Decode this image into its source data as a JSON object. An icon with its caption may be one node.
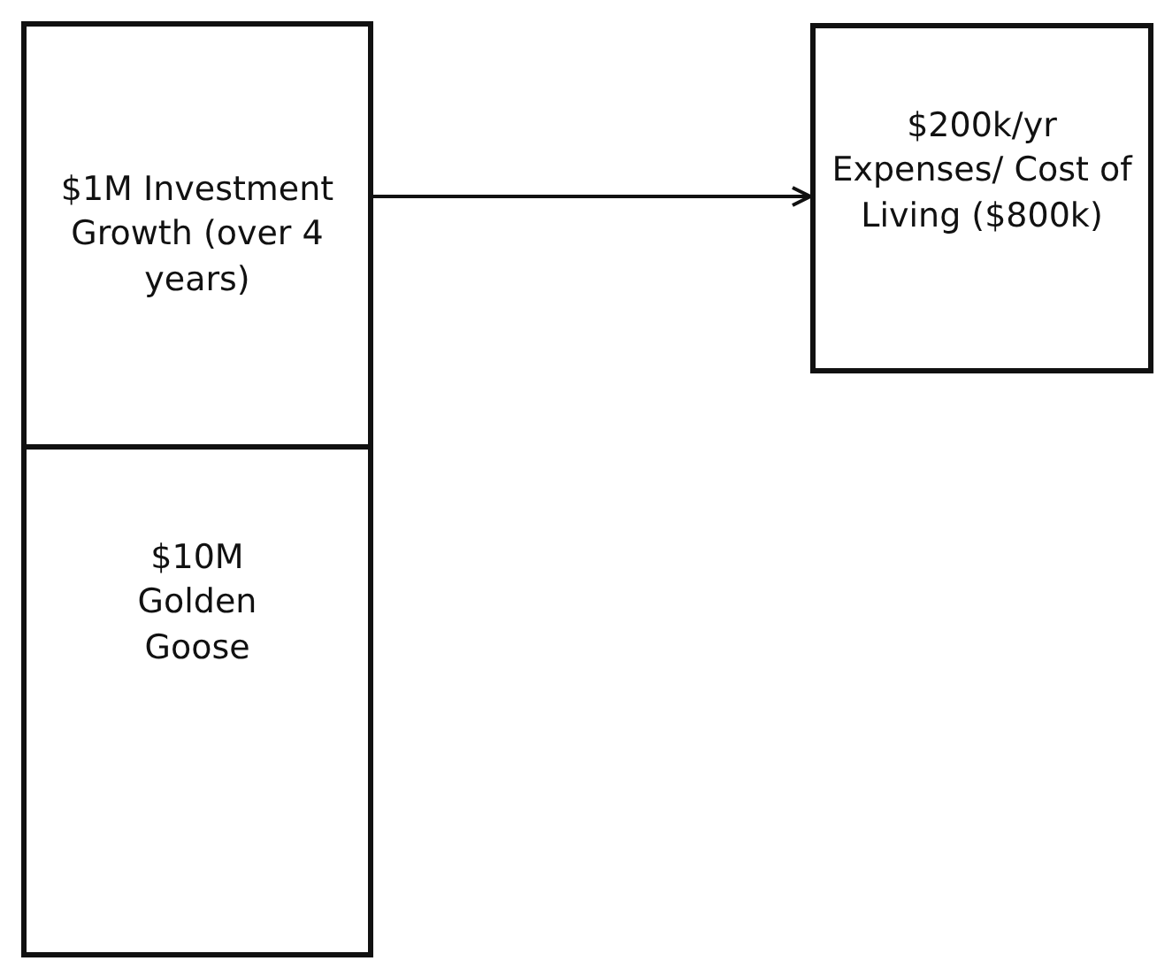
{
  "diagram": {
    "nodes": [
      {
        "text": [
          "$1M Investment Growth (over 4 years)"
        ]
      },
      {
        "text": [
          "$10M Golden Goose"
        ]
      },
      {
        "text": [
          "$200k/yr Expenses/ Cost of Living ($800k)"
        ]
      }
    ],
    "edges": [
      {
        "from": 0,
        "to": 2,
        "arrow": "to"
      }
    ]
  }
}
